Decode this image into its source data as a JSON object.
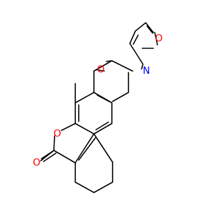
{
  "molecule": {
    "atom_labels": {
      "furan_oxygen": "O",
      "oxazine_oxygen": "O",
      "nitrogen": "N",
      "methyl": "",
      "lactone_oxygen": "O",
      "carbonyl_oxygen": "O"
    }
  },
  "colors": {
    "oxygen": "#ff0000",
    "nitrogen": "#0000ff",
    "bond": "#000000",
    "background": "#ffffff"
  }
}
